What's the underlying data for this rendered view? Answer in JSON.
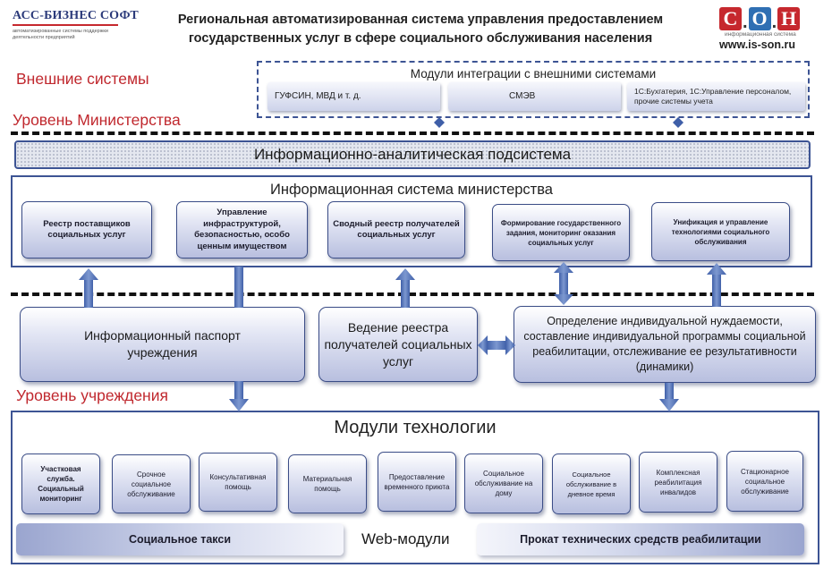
{
  "header": {
    "logo_left": {
      "brand": "АСС-БИЗНЕС СОФТ",
      "tagline": "автоматизированные системы поддержки деятельности предприятий"
    },
    "title_line1": "Региональная  автоматизированная  система управления  предоставлением",
    "title_line2": "государственных  услуг  в  сфере  социального  обслуживания   населения",
    "logo_right": {
      "letters": [
        "С",
        "О",
        "Н"
      ],
      "letter_colors": [
        "#c6282e",
        "#2f6fb3",
        "#c6282e"
      ],
      "tagline": "информационная система",
      "url": "www.is-son.ru"
    }
  },
  "levels": {
    "external": "Внешние системы",
    "ministry": "Уровень Министерства",
    "institution": "Уровень учреждения"
  },
  "integration": {
    "title": "Модули интеграции с внешними системами",
    "items": [
      "ГУФСИН, МВД и т. д.",
      "СМЭВ",
      "1С:Бухгатерия, 1С:Управление персоналом, прочие системы учета"
    ]
  },
  "analytics_subsystem": "Информационно-аналитическая подсистема",
  "ministry_system": {
    "title": "Информационная система министерства",
    "modules": [
      "Реестр поставщиков социальных услуг",
      "Управление инфраструктурой, безопасностью, особо ценным имуществом",
      "Сводный реестр получателей социальных услуг",
      "Формирование государственного задания, мониторинг оказания социальных  услуг",
      "Унификация  и управление технологиями социального обслуживания"
    ]
  },
  "middle_blocks": {
    "passport": "Информационный  паспорт учреждения",
    "registry": "Ведение реестра получателей социальных услуг",
    "needs": "Определение индивидуальной нуждаемости, составление индивидуальной программы социальной реабилитации, отслеживание ее результативности (динамики)"
  },
  "technology": {
    "title": "Модули технологии",
    "modules": [
      "Участковая служба. Социальный мониторинг",
      "Срочное социальное обслуживание",
      "Консультативная помощь",
      "Материальная помощь",
      "Предоставление временного приюта",
      "Социальное обслуживание на дому",
      "Социальное обслуживание в дневное время",
      "Комплексная реабилитация инвалидов",
      "Стационарное социальное обслуживание"
    ],
    "web_label": "Web-модули",
    "web_modules": [
      "Социальное такси",
      "Прокат технических средств реабилитации"
    ]
  },
  "colors": {
    "accent_red": "#c0282e",
    "frame_blue": "#3d5494",
    "arrow_blue": "#5878b8"
  }
}
